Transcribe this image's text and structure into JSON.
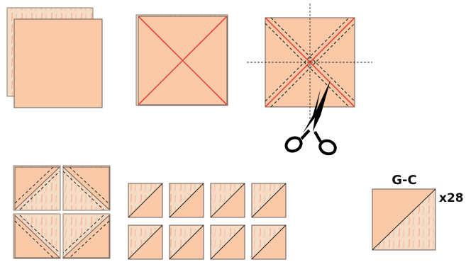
{
  "block": {
    "label": "G-C",
    "quantity": "x28"
  },
  "colors": {
    "fabric": "#f9c9a8",
    "fabric_print": "#f6dcc6",
    "print_fleck": "#f2b896",
    "border": "#6a5a54",
    "guide_line": "#e8463a",
    "seam_dash": "#222222",
    "center_dash": "#333333",
    "scissors": "#000000"
  },
  "icons": {
    "cut_tool": "scissors-icon"
  },
  "steps": [
    {
      "name": "layer-squares"
    },
    {
      "name": "draw-diagonals"
    },
    {
      "name": "stitch-and-cut"
    },
    {
      "name": "cut-pieces"
    },
    {
      "name": "half-square-triangles"
    },
    {
      "name": "finished-unit"
    }
  ]
}
